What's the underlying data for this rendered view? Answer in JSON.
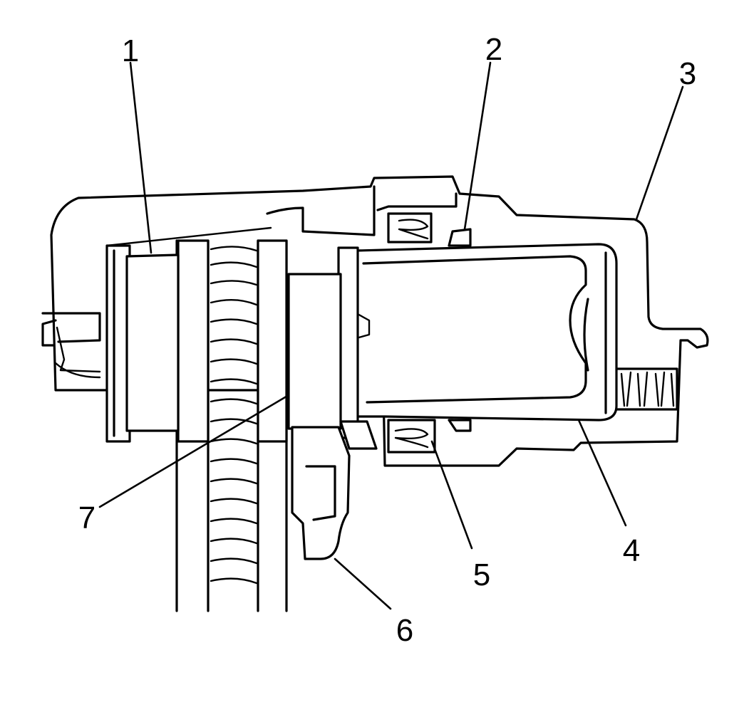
{
  "callouts": [
    {
      "id": "callout-1",
      "text": "1"
    },
    {
      "id": "callout-2",
      "text": "2"
    },
    {
      "id": "callout-3",
      "text": "3"
    },
    {
      "id": "callout-4",
      "text": "4"
    },
    {
      "id": "callout-5",
      "text": "5"
    },
    {
      "id": "callout-6",
      "text": "6"
    },
    {
      "id": "callout-7",
      "text": "7"
    }
  ],
  "style": {
    "line_color": "#000000",
    "background_color": "#ffffff"
  }
}
